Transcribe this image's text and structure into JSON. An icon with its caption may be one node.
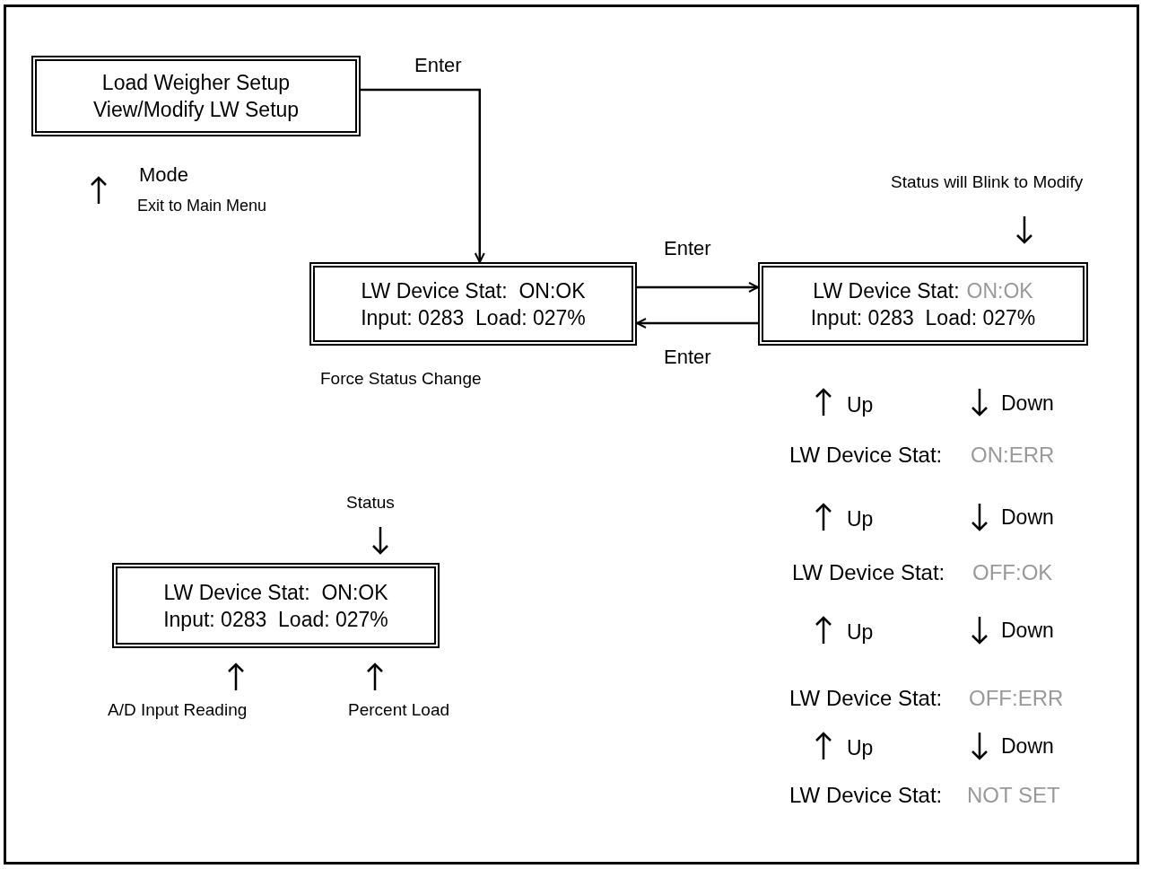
{
  "diagram": {
    "nodes": [
      {
        "text": [
          "Load Weigher Setup",
          "View/Modify LW Setup"
        ]
      },
      {
        "text": [
          "LW Device Stat:  ON:OK",
          "Input: 0283  Load: 027%"
        ],
        "beside": [
          "Force Status Change"
        ]
      },
      {
        "text": [
          "LW Device Stat:",
          "ON:OK",
          "Input: 0283  Load: 027%"
        ]
      },
      {
        "text": [
          "LW Device Stat:  ON:OK",
          "Input: 0283  Load: 027%"
        ]
      }
    ],
    "edges": [
      {
        "from": 0,
        "to": 1,
        "arrow": "to",
        "label": "Enter"
      },
      {
        "from": 1,
        "to": 2,
        "arrow": "to",
        "label": "Enter"
      },
      {
        "from": 2,
        "to": 1,
        "arrow": "to",
        "label": "Enter"
      }
    ],
    "labels": [
      "Mode",
      "Exit to Main Menu",
      "Status will Blink to Modify",
      "Up",
      "Down",
      "LW Device Stat:",
      "ON:ERR",
      "Up",
      "Down",
      "LW Device Stat:",
      "OFF:OK",
      "Up",
      "Down",
      "LW Device Stat:",
      "OFF:ERR",
      "Up",
      "Down",
      "LW Device Stat:",
      "NOT SET",
      "Status",
      "A/D Input Reading",
      "Percent Load"
    ]
  }
}
